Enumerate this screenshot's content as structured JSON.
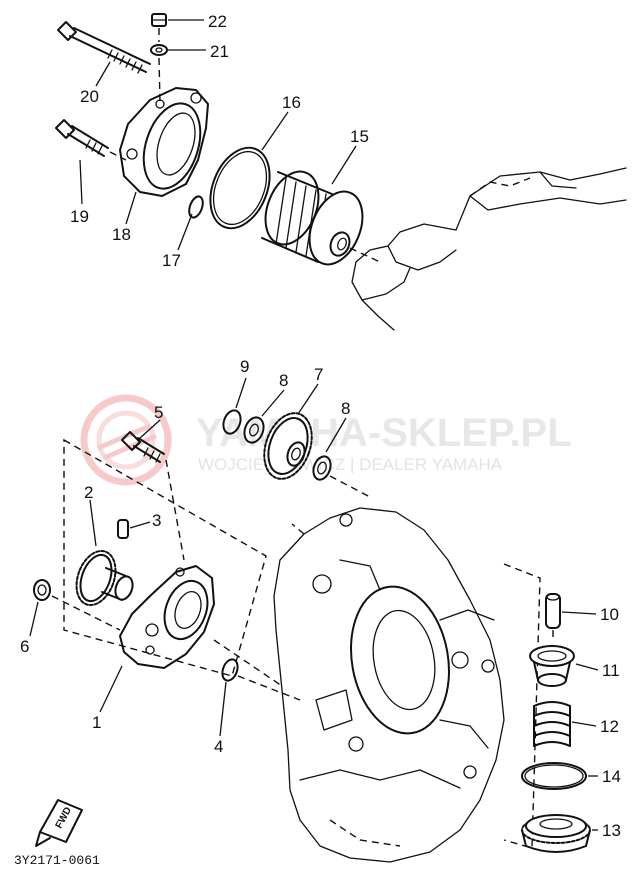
{
  "watermark": {
    "brand": "YAMAHA-SKLEP.PL",
    "subline": "WOJCIECHOWICZ | DEALER YAMAHA"
  },
  "diagram_code": "3Y2171-0061",
  "fwd_label": "FWD",
  "callouts": [
    {
      "id": "22",
      "label": "22"
    },
    {
      "id": "21",
      "label": "21"
    },
    {
      "id": "20",
      "label": "20"
    },
    {
      "id": "16",
      "label": "16"
    },
    {
      "id": "15",
      "label": "15"
    },
    {
      "id": "19",
      "label": "19"
    },
    {
      "id": "18",
      "label": "18"
    },
    {
      "id": "17",
      "label": "17"
    },
    {
      "id": "9",
      "label": "9"
    },
    {
      "id": "8a",
      "label": "8"
    },
    {
      "id": "7",
      "label": "7"
    },
    {
      "id": "8b",
      "label": "8"
    },
    {
      "id": "5",
      "label": "5"
    },
    {
      "id": "2",
      "label": "2"
    },
    {
      "id": "3",
      "label": "3"
    },
    {
      "id": "6",
      "label": "6"
    },
    {
      "id": "1",
      "label": "1"
    },
    {
      "id": "4",
      "label": "4"
    },
    {
      "id": "10",
      "label": "10"
    },
    {
      "id": "11",
      "label": "11"
    },
    {
      "id": "12",
      "label": "12"
    },
    {
      "id": "14",
      "label": "14"
    },
    {
      "id": "13",
      "label": "13"
    }
  ]
}
